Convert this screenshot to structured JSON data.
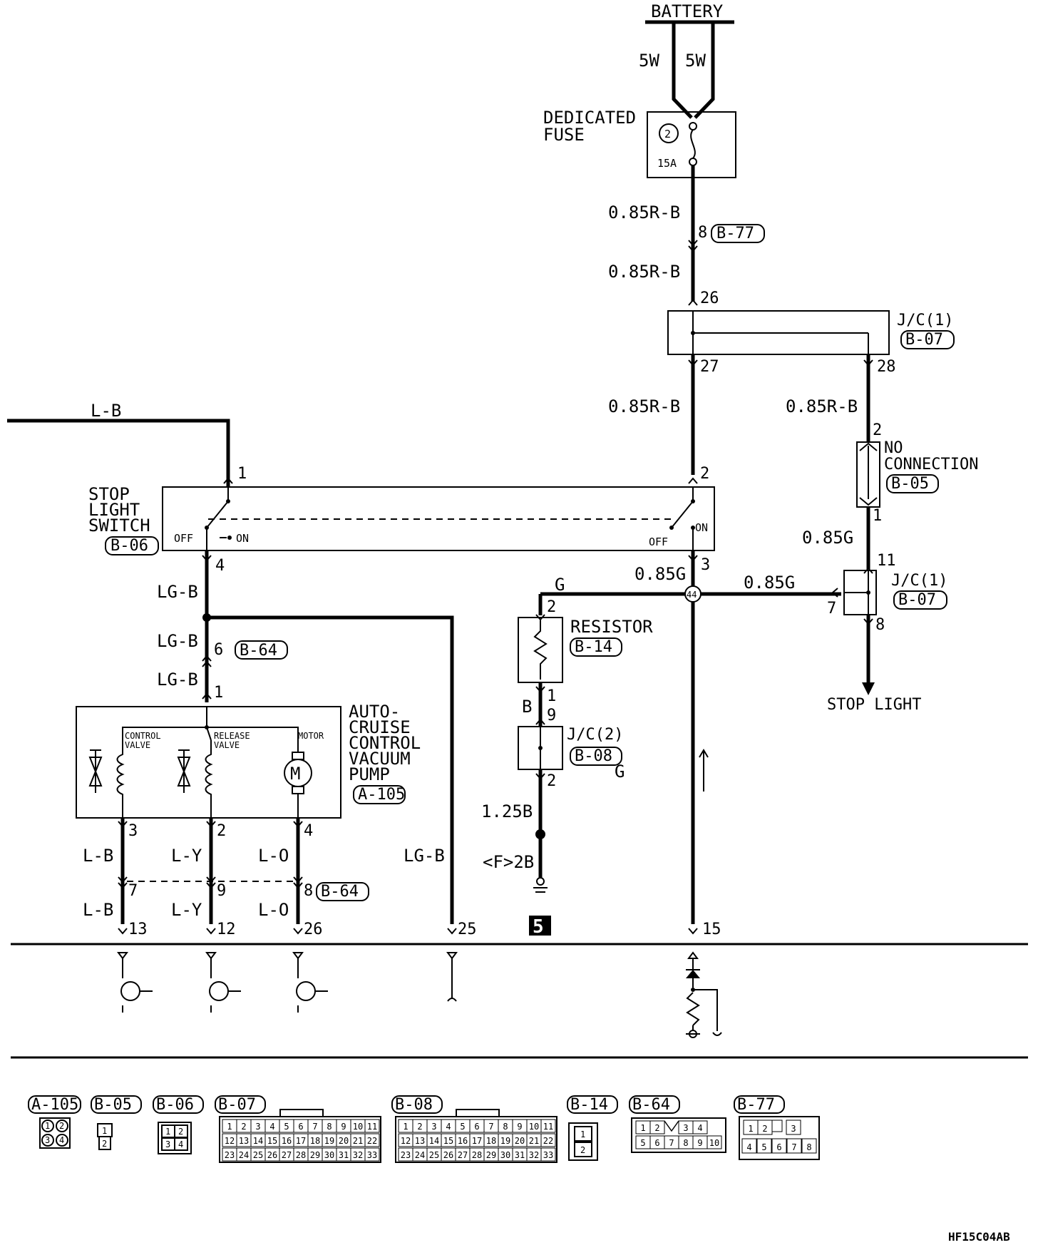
{
  "battery": "BATTERY",
  "battery_wires": [
    "5W",
    "5W"
  ],
  "fuse": {
    "title_line1": "DEDICATED",
    "title_line2": "FUSE",
    "number": "2",
    "rating": "15A"
  },
  "wires": {
    "r_b_1": "0.85R-B",
    "r_b_2": "0.85R-B",
    "r_b_3": "0.85R-B",
    "r_b_4": "0.85R-B",
    "g_1": "0.85G",
    "g_2": "0.85G",
    "g_3": "0.85G",
    "g_resistor": "G",
    "g_main": "G",
    "b_resistor": "B",
    "ground_wire": "1.25B",
    "ground_point": "<F>2B",
    "lb_top": "L-B",
    "lgb_1": "LG-B",
    "lgb_2": "LG-B",
    "lgb_3": "LG-B",
    "lgb_4": "LG-B",
    "lb_1": "L-B",
    "lb_2": "L-B",
    "ly_1": "L-Y",
    "ly_2": "L-Y",
    "lo_1": "L-O",
    "lo_2": "L-O"
  },
  "connectors": {
    "b77": "B-77",
    "jc1": "J/C(1)",
    "b07": "B-07",
    "b07b": "B-07",
    "jc1b": "J/C(1)",
    "b05": "B-05",
    "b06": "B-06",
    "b64a": "B-64",
    "b64b": "B-64",
    "b14": "B-14",
    "jc2": "J/C(2)",
    "b08": "B-08",
    "a105": "A-105"
  },
  "pins": {
    "p8": "8",
    "p26": "26",
    "p27": "27",
    "p28": "28",
    "p2a": "2",
    "p2b": "2",
    "p1a": "1",
    "p1b": "1",
    "p4a": "4",
    "p3a": "3",
    "p11": "11",
    "p7a": "7",
    "p8b": "8",
    "p2c": "2",
    "p1c": "1",
    "p9a": "9",
    "p2d": "2",
    "p6": "6",
    "p1d": "1",
    "p3b": "3",
    "p2e": "2",
    "p4b": "4",
    "p7b": "7",
    "p9b": "9",
    "p8c": "8",
    "p13": "13",
    "p12": "12",
    "p26b": "26",
    "p25": "25",
    "p15": "15"
  },
  "labels": {
    "no_connection_1": "NO",
    "no_connection_2": "CONNECTION",
    "stop_light_switch_1": "STOP",
    "stop_light_switch_2": "LIGHT",
    "stop_light_switch_3": "SWITCH",
    "off_left": "OFF",
    "on_left": "ON",
    "off_right": "OFF",
    "on_right": "ON",
    "splice": "44",
    "resistor": "RESISTOR",
    "stop_light": "STOP LIGHT",
    "pump_1": "AUTO-",
    "pump_2": "CRUISE",
    "pump_3": "CONTROL",
    "pump_4": "VACUUM",
    "pump_5": "PUMP",
    "control_valve_1": "CONTROL",
    "control_valve_2": "VALVE",
    "release_valve_1": "RELEASE",
    "release_valve_2": "VALVE",
    "motor": "MOTOR",
    "motor_symbol": "M",
    "ground_number": "5",
    "figure_code": "HF15C04AB"
  },
  "legend": {
    "a105": {
      "name": "A-105",
      "cells": [
        "1",
        "2",
        "3",
        "4"
      ]
    },
    "b05": {
      "name": "B-05",
      "cells": [
        "1",
        "2"
      ]
    },
    "b06": {
      "name": "B-06",
      "cells": [
        "1",
        "2",
        "3",
        "4"
      ]
    },
    "b07": {
      "name": "B-07",
      "cells": [
        "1",
        "2",
        "3",
        "4",
        "5",
        "6",
        "7",
        "8",
        "9",
        "10",
        "11",
        "12",
        "13",
        "14",
        "15",
        "16",
        "17",
        "18",
        "19",
        "20",
        "21",
        "22",
        "23",
        "24",
        "25",
        "26",
        "27",
        "28",
        "29",
        "30",
        "31",
        "32",
        "33"
      ]
    },
    "b08": {
      "name": "B-08",
      "cells": [
        "1",
        "2",
        "3",
        "4",
        "5",
        "6",
        "7",
        "8",
        "9",
        "10",
        "11",
        "12",
        "13",
        "14",
        "15",
        "16",
        "17",
        "18",
        "19",
        "20",
        "21",
        "22",
        "23",
        "24",
        "25",
        "26",
        "27",
        "28",
        "29",
        "30",
        "31",
        "32",
        "33"
      ]
    },
    "b14": {
      "name": "B-14",
      "cells": [
        "1",
        "2"
      ]
    },
    "b64": {
      "name": "B-64",
      "cells": [
        "1",
        "2",
        "3",
        "4",
        "5",
        "6",
        "7",
        "8",
        "9",
        "10"
      ]
    },
    "b77": {
      "name": "B-77",
      "cells": [
        "1",
        "2",
        "3",
        "4",
        "5",
        "6",
        "7",
        "8"
      ]
    }
  }
}
